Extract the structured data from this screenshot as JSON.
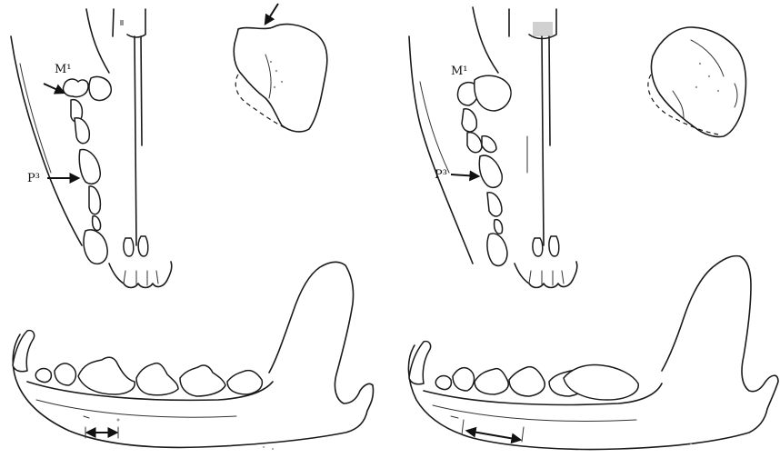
{
  "figure": {
    "left_panel": {
      "label_m1": "M¹",
      "label_p3": "P³"
    },
    "right_panel": {
      "label_m1": "M¹",
      "label_p3": "P³"
    }
  }
}
